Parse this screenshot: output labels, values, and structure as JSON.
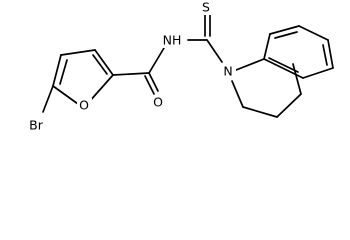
{
  "structure": {
    "atoms": {
      "sulfur": "S",
      "amide_nh": "NH",
      "ring_nitrogen": "N",
      "bromine": "Br",
      "furan_oxygen": "O",
      "carbonyl_oxygen": "O"
    }
  }
}
